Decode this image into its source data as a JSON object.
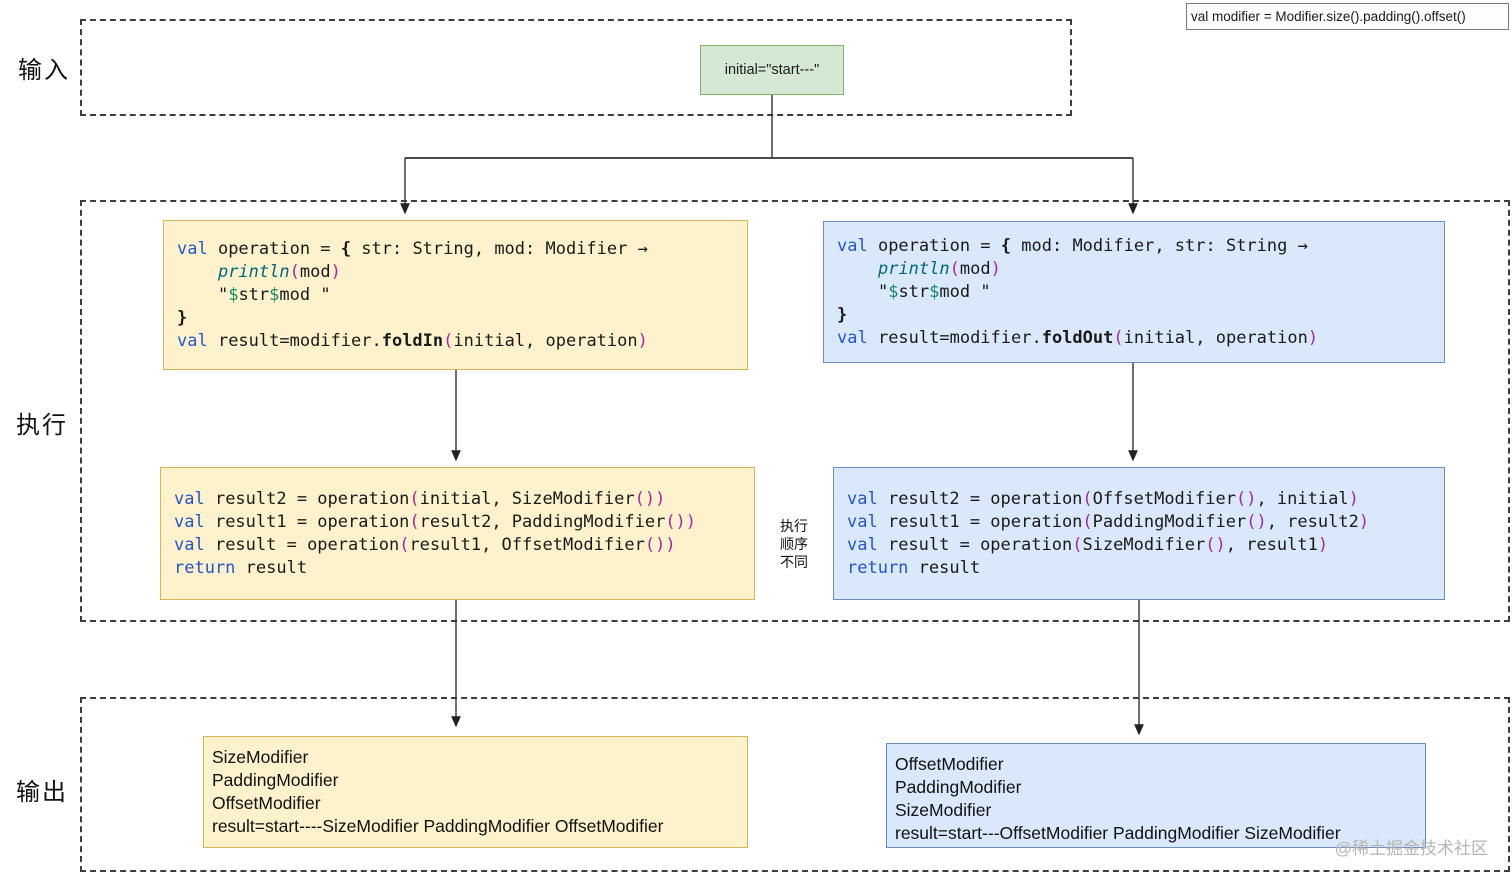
{
  "annotation": {
    "code_ref": "val modifier = Modifier.size().padding().offset()"
  },
  "sections": {
    "input_label": "输入",
    "exec_label": "执行",
    "output_label": "输出"
  },
  "input_box": {
    "text": "initial=\"start---\""
  },
  "exec_note": {
    "line1": "执行",
    "line2": "顺序",
    "line3": "不同"
  },
  "fold_in": {
    "code1": {
      "lines": [
        [
          {
            "c": "kw",
            "t": "val"
          },
          {
            "t": " operation = "
          },
          {
            "c": "b",
            "t": "{"
          },
          {
            "t": " str: String, mod: Modifier "
          },
          {
            "t": "→"
          }
        ],
        [
          {
            "t": "    "
          },
          {
            "c": "fn",
            "t": "println"
          },
          {
            "c": "pr",
            "t": "("
          },
          {
            "t": "mod"
          },
          {
            "c": "pr",
            "t": ")"
          }
        ],
        [
          {
            "t": "    \""
          },
          {
            "c": "tv",
            "t": "$"
          },
          {
            "t": "str"
          },
          {
            "c": "tv",
            "t": "$"
          },
          {
            "t": "mod \""
          }
        ],
        [
          {
            "c": "b",
            "t": "}"
          }
        ],
        [
          {
            "c": "kw",
            "t": "val"
          },
          {
            "t": " result=modifier."
          },
          {
            "c": "b",
            "t": "foldIn"
          },
          {
            "c": "pr",
            "t": "("
          },
          {
            "t": "initial, operation"
          },
          {
            "c": "pr",
            "t": ")"
          }
        ]
      ]
    },
    "code2": {
      "lines": [
        [
          {
            "c": "kw",
            "t": "val"
          },
          {
            "t": " result2 = operation"
          },
          {
            "c": "pr",
            "t": "("
          },
          {
            "t": "initial, SizeModifier"
          },
          {
            "c": "pr",
            "t": "())"
          }
        ],
        [
          {
            "c": "kw",
            "t": "val"
          },
          {
            "t": " result1 = operation"
          },
          {
            "c": "pr",
            "t": "("
          },
          {
            "t": "result2, PaddingModifier"
          },
          {
            "c": "pr",
            "t": "())"
          }
        ],
        [
          {
            "c": "kw",
            "t": "val"
          },
          {
            "t": " result = operation"
          },
          {
            "c": "pr",
            "t": "("
          },
          {
            "t": "result1, OffsetModifier"
          },
          {
            "c": "pr",
            "t": "())"
          }
        ],
        [
          {
            "c": "kw",
            "t": "return"
          },
          {
            "t": " result"
          }
        ]
      ]
    },
    "output": {
      "lines": [
        "SizeModifier",
        "PaddingModifier",
        "OffsetModifier",
        "result=start----SizeModifier PaddingModifier OffsetModifier"
      ]
    }
  },
  "fold_out": {
    "code1": {
      "lines": [
        [
          {
            "c": "kw",
            "t": "val"
          },
          {
            "t": " operation = "
          },
          {
            "c": "b",
            "t": "{"
          },
          {
            "t": " mod: Modifier, str: String "
          },
          {
            "t": "→"
          }
        ],
        [
          {
            "t": "    "
          },
          {
            "c": "fn",
            "t": "println"
          },
          {
            "c": "pr",
            "t": "("
          },
          {
            "t": "mod"
          },
          {
            "c": "pr",
            "t": ")"
          }
        ],
        [
          {
            "t": "    \""
          },
          {
            "c": "tv",
            "t": "$"
          },
          {
            "t": "str"
          },
          {
            "c": "tv",
            "t": "$"
          },
          {
            "t": "mod \""
          }
        ],
        [
          {
            "c": "b",
            "t": "}"
          }
        ],
        [
          {
            "c": "kw",
            "t": "val"
          },
          {
            "t": " result=modifier."
          },
          {
            "c": "b",
            "t": "foldOut"
          },
          {
            "c": "pr",
            "t": "("
          },
          {
            "t": "initial, operation"
          },
          {
            "c": "pr",
            "t": ")"
          }
        ]
      ]
    },
    "code2": {
      "lines": [
        [
          {
            "c": "kw",
            "t": "val"
          },
          {
            "t": " result2 = operation"
          },
          {
            "c": "pr",
            "t": "("
          },
          {
            "t": "OffsetModifier"
          },
          {
            "c": "pr",
            "t": "()"
          },
          {
            "t": ", initial"
          },
          {
            "c": "pr",
            "t": ")"
          }
        ],
        [
          {
            "c": "kw",
            "t": "val"
          },
          {
            "t": " result1 = operation"
          },
          {
            "c": "pr",
            "t": "("
          },
          {
            "t": "PaddingModifier"
          },
          {
            "c": "pr",
            "t": "()"
          },
          {
            "t": ", result2"
          },
          {
            "c": "pr",
            "t": ")"
          }
        ],
        [
          {
            "c": "kw",
            "t": "val"
          },
          {
            "t": " result = operation"
          },
          {
            "c": "pr",
            "t": "("
          },
          {
            "t": "SizeModifier"
          },
          {
            "c": "pr",
            "t": "()"
          },
          {
            "t": ", result1"
          },
          {
            "c": "pr",
            "t": ")"
          }
        ],
        [
          {
            "c": "kw",
            "t": "return"
          },
          {
            "t": " result"
          }
        ]
      ]
    },
    "output": {
      "lines": [
        "OffsetModifier",
        "PaddingModifier",
        "SizeModifier",
        "result=start---OffsetModifier PaddingModifier SizeModifier"
      ]
    }
  },
  "watermark": "@稀土掘金技术社区",
  "colors": {
    "yellow_fill": "#fdf2cc",
    "yellow_border": "#d6b656",
    "blue_fill": "#dae8fc",
    "blue_border": "#6c8ebf",
    "green_fill": "#d5e8d4",
    "green_border": "#82b366",
    "keyword": "#2456c7",
    "function_call": "#00697a",
    "paren": "#a428a0",
    "string_template": "#138a64"
  }
}
